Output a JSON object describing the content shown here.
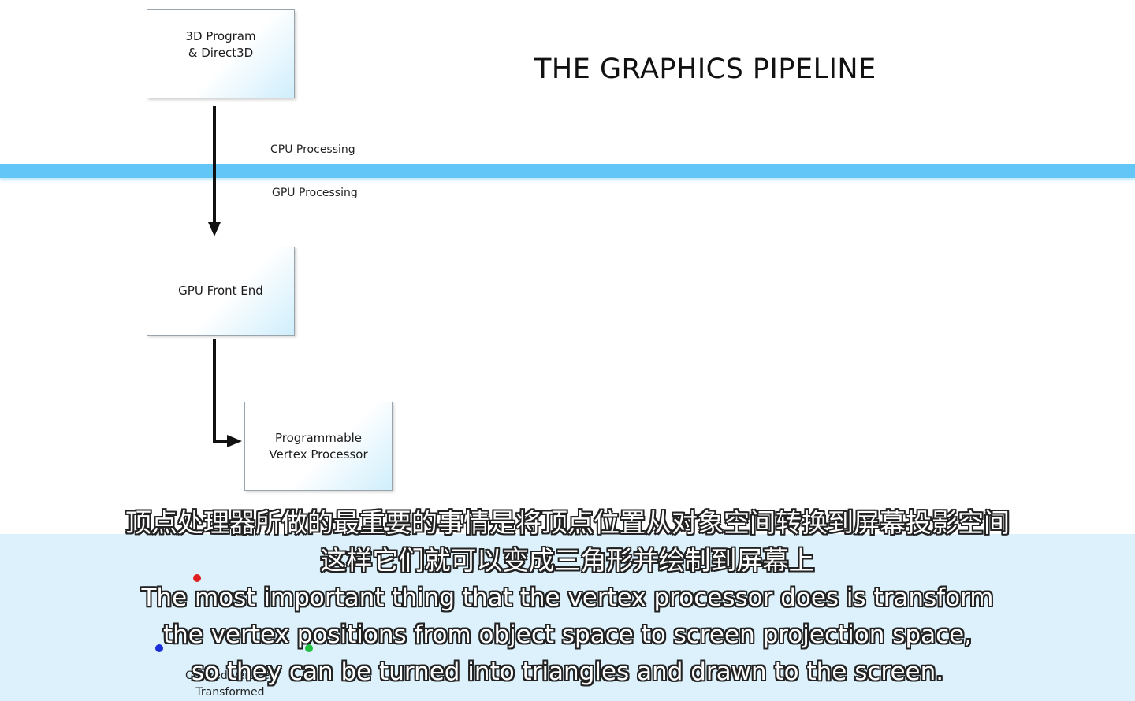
{
  "slide": {
    "title": "THE GRAPHICS PIPELINE",
    "zones": {
      "cpu_label": "CPU Processing",
      "gpu_label": "GPU Processing",
      "divider_color": "#62c6f7"
    },
    "stages": [
      {
        "label": "3D Program\n& Direct3D"
      },
      {
        "label": "GPU Front End"
      },
      {
        "label": "Programmable\nVertex Processor"
      }
    ],
    "preview": {
      "caption": "Colored Vertices\nTransformed",
      "vertex_colors": [
        "#e02020",
        "#20c040",
        "#1a2ed8"
      ]
    }
  },
  "subtitles": {
    "zh_line1": "顶点处理器所做的最重要的事情是将顶点位置从对象空间转换到屏幕投影空间",
    "zh_line2": "这样它们就可以变成三角形并绘制到屏幕上",
    "en_line1": "The most important thing that the vertex processor does is transform",
    "en_line2": "the vertex positions from object space to screen projection space,",
    "en_line3": "so they can be turned into triangles and drawn to the screen."
  }
}
